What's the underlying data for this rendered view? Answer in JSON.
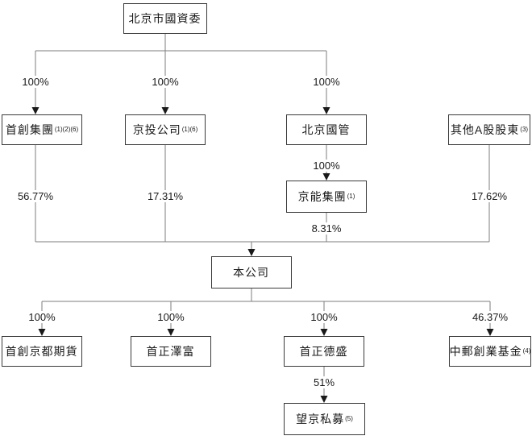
{
  "colors": {
    "line": "#7d7d7d",
    "box_border": "#3a3a3a",
    "text": "#1a1a1a",
    "background": "#ffffff"
  },
  "nodes": {
    "sasac": {
      "label": "北京市國資委",
      "sup": ""
    },
    "capital_group": {
      "label": "首創集團",
      "sup": "(1)(2)(6)"
    },
    "jingtou": {
      "label": "京投公司",
      "sup": "(1)(6)"
    },
    "guoguan": {
      "label": "北京國管",
      "sup": ""
    },
    "other_a": {
      "label": "其他A股股東",
      "sup": "(3)"
    },
    "jingneng": {
      "label": "京能集團",
      "sup": "(1)"
    },
    "company": {
      "label": "本公司",
      "sup": ""
    },
    "futures": {
      "label": "首創京都期貨",
      "sup": ""
    },
    "zefu": {
      "label": "首正澤富",
      "sup": ""
    },
    "desheng": {
      "label": "首正德盛",
      "sup": ""
    },
    "china_post": {
      "label": "中郵創業基金",
      "sup": "(4)"
    },
    "wangjing": {
      "label": "望京私募",
      "sup": "(5)"
    }
  },
  "edges": {
    "sasac_to_capital_group": "100%",
    "sasac_to_jingtou": "100%",
    "sasac_to_guoguan": "100%",
    "guoguan_to_jingneng": "100%",
    "capital_group_to_company": "56.77%",
    "jingtou_to_company": "17.31%",
    "jingneng_to_company": "8.31%",
    "other_a_to_company": "17.62%",
    "company_to_futures": "100%",
    "company_to_zefu": "100%",
    "company_to_desheng": "100%",
    "company_to_china_post": "46.37%",
    "desheng_to_wangjing": "51%"
  }
}
